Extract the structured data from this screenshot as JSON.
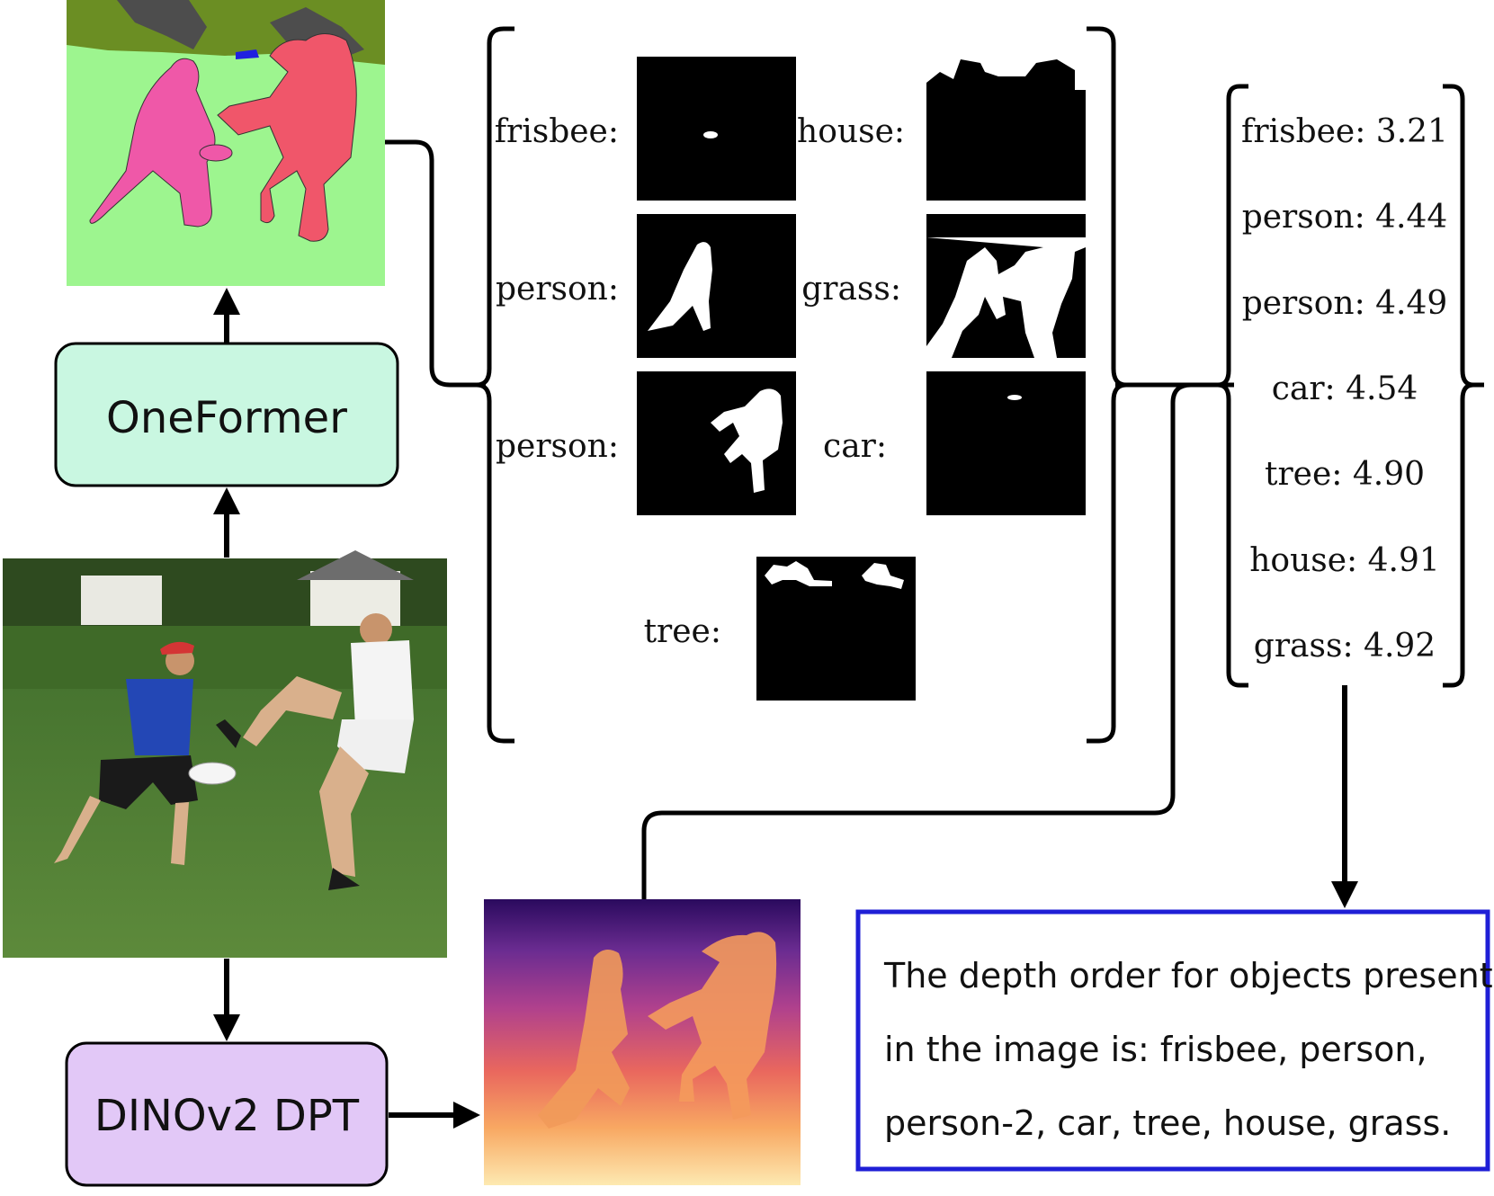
{
  "pipeline": {
    "segmenter_label": "OneFormer",
    "depth_model_label": "DINOv2 DPT"
  },
  "masks": [
    {
      "label": "frisbee:"
    },
    {
      "label": "house:"
    },
    {
      "label": "person:"
    },
    {
      "label": "grass:"
    },
    {
      "label": "person:"
    },
    {
      "label": "car:"
    },
    {
      "label": "tree:"
    }
  ],
  "depth_scores": [
    "frisbee: 3.21",
    "person: 4.44",
    "person: 4.49",
    "car: 4.54",
    "tree: 4.90",
    "house: 4.91",
    "grass: 4.92"
  ],
  "answer": {
    "lines": [
      "The depth order for objects present",
      "in the image is: frisbee, person,",
      "person-2, car, tree, house, grass."
    ]
  },
  "colors": {
    "oneformer_box": "#c9f7e1",
    "dinov2_box": "#e2c8f7",
    "answer_border": "#1f1fd6",
    "segmentation_ground": "#9df58f",
    "segmentation_sky": "#6b8e23",
    "person1_seg": "#ef58a8",
    "person2_seg": "#f0566a"
  }
}
